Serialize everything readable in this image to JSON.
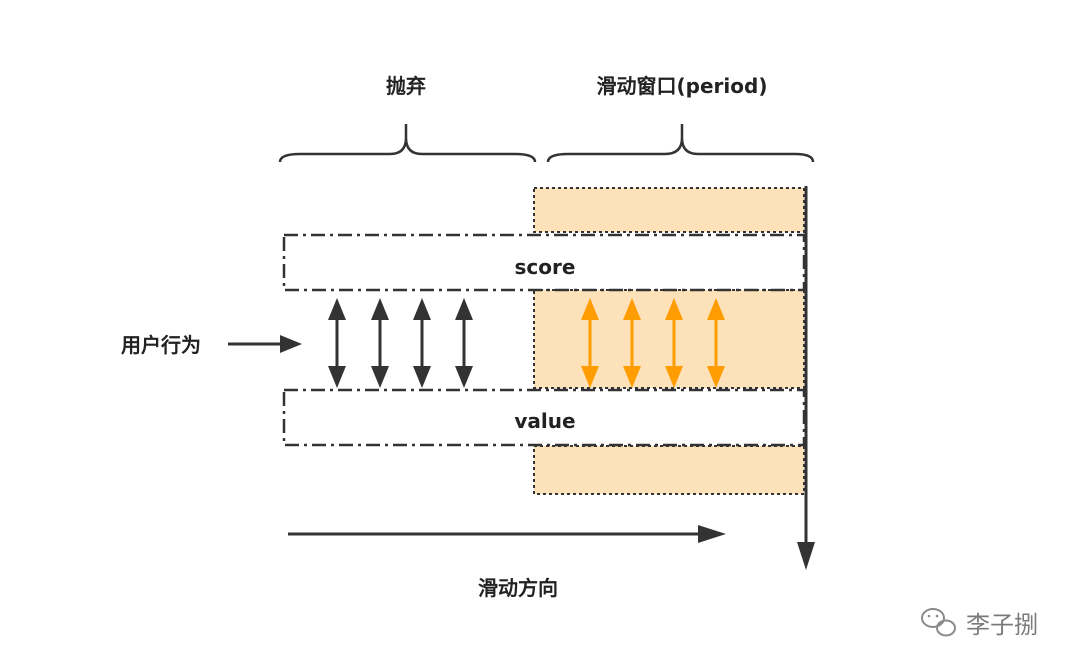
{
  "labels": {
    "discard": "抛弃",
    "window": "滑动窗口(period)",
    "score": "score",
    "value": "value",
    "user_behavior": "用户行为",
    "slide_direction": "滑动方向"
  },
  "watermark": {
    "text": "李子捌",
    "icon": "wechat-icon"
  },
  "colors": {
    "window_fill": "#fde1b8",
    "stroke": "#333333",
    "dark_arrow": "#333333",
    "orange_arrow": "#ff9d00"
  }
}
